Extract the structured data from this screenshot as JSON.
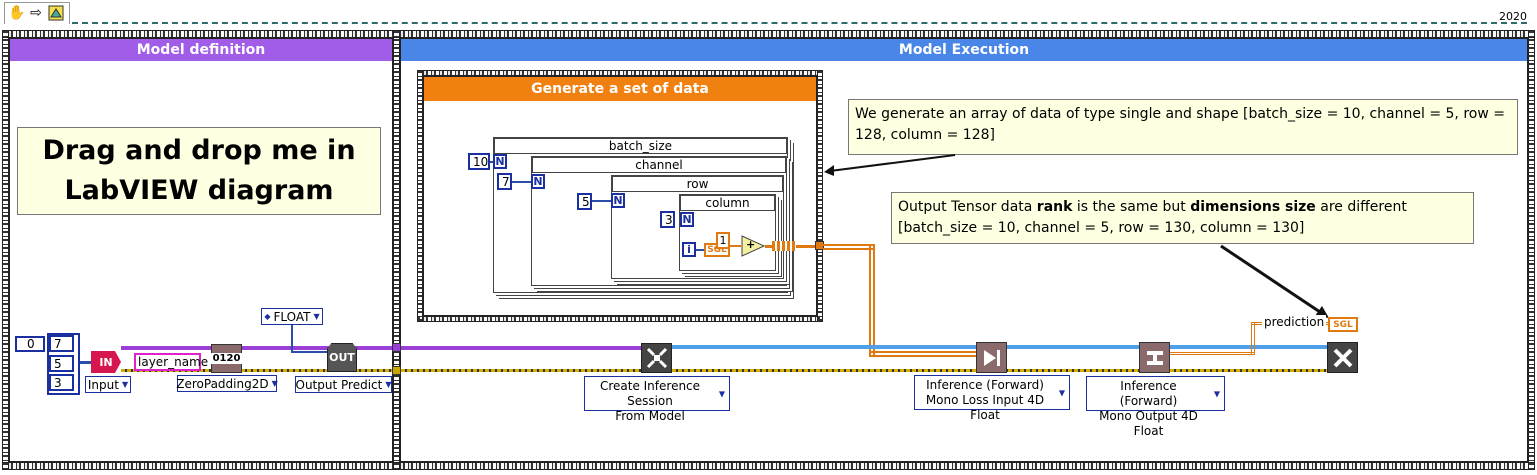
{
  "toolbar": {
    "hand_icon": "hand-icon",
    "arrow_icon": "run-arrow-icon",
    "vi_icon": "vi-icon",
    "version": "2020"
  },
  "frames": {
    "model_definition": "Model definition",
    "model_execution": "Model Execution",
    "generate_data": "Generate a set of data"
  },
  "notes": {
    "drag_drop_line1": "Drag and drop me in",
    "drag_drop_line2": "LabVIEW diagram",
    "array_note": "We generate an array of data of type single and shape [batch_size = 10, channel = 5, row = 128, column = 128]",
    "tensor_note_pre": "Output Tensor data ",
    "tensor_note_rank": "rank",
    "tensor_note_mid": " is the same but ",
    "tensor_note_dims": "dimensions size",
    "tensor_note_post": " are different",
    "tensor_note_line2": "[batch_size = 10, channel = 5, row = 130, column = 130]"
  },
  "loops": {
    "batch_size": {
      "label": "batch_size",
      "count": "10"
    },
    "channel": {
      "label": "channel",
      "count": "7"
    },
    "row": {
      "label": "row",
      "count": "5"
    },
    "column": {
      "label": "column",
      "count": "3"
    },
    "n_terminal": "N",
    "i_terminal": "i",
    "sgl": "SGL",
    "one": "1",
    "plus": "+"
  },
  "model_def": {
    "array_index": "0",
    "shape": [
      "7",
      "5",
      "3"
    ],
    "in_node": "IN",
    "layer_name": "layer_name",
    "zero_pad_node": "0120",
    "out_node": "OUT",
    "float_selector": "FLOAT",
    "input_selector": "Input",
    "zeropadding_selector": "ZeroPadding2D",
    "output_selector": "Output Predict"
  },
  "execution": {
    "create_session": [
      "Create Inference Session",
      "From Model"
    ],
    "inference_loss": [
      "Inference (Forward)",
      "Mono Loss Input 4D Float"
    ],
    "inference_output": [
      "Inference (Forward)",
      "Mono Output 4D Float"
    ],
    "prediction_label": "prediction",
    "prediction_type": "SGL"
  },
  "colors": {
    "purple_header": "#a15ce8",
    "blue_header": "#4a86e8",
    "orange_header": "#f08010",
    "note_bg": "#ffffe1"
  }
}
